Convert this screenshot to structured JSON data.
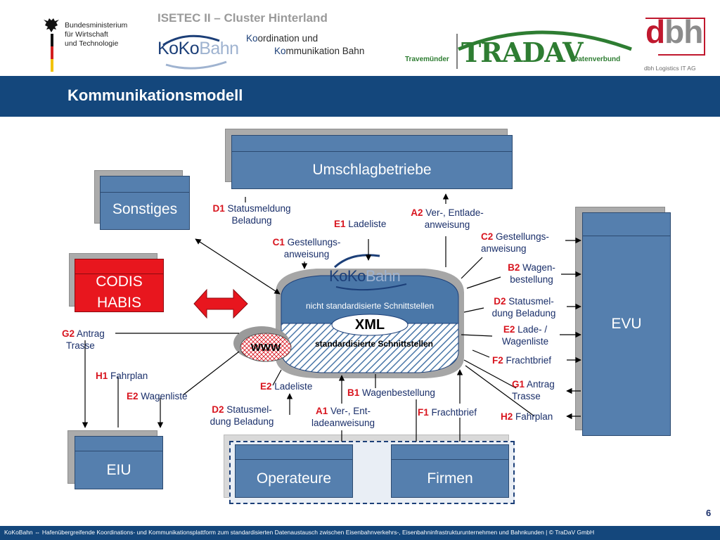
{
  "header": {
    "ministry_lines": [
      "Bundesministerium",
      "für Wirtschaft",
      "und Technologie"
    ],
    "project_title": "ISETEC II – Cluster Hinterland",
    "kokobahn_logo": {
      "ko1": "Ko",
      "ko2": "Ko",
      "bahn": "Bahn"
    },
    "kokobahn_desc_line1": {
      "ko": "Ko",
      "rest": "ordination und"
    },
    "kokobahn_desc_line2": {
      "ko": "Ko",
      "rest": "mmunikation Bahn"
    },
    "travemuender": "Travemünder",
    "tradav": "TRADAV",
    "datenverbund": "Datenverbund",
    "dbh": {
      "d": "d",
      "bh": "bh"
    },
    "dbh_sub": "dbh Logistics IT AG"
  },
  "slide_title": "Kommunikationsmodell",
  "boxes": {
    "umschlagbetriebe": "Umschlagbetriebe",
    "sonstiges": "Sonstiges",
    "codis_line1": "CODIS",
    "codis_line2": "HABIS",
    "eiu": "EIU",
    "evu": "EVU",
    "operateure": "Operateure",
    "firmen": "Firmen"
  },
  "hub": {
    "logo": {
      "ko1": "Ko",
      "ko2": "Ko",
      "bahn": "Bahn"
    },
    "non_standard": "nicht standardisierte Schnittstellen",
    "xml": "XML",
    "standard": "standardisierte Schnittstellen",
    "www": "WWW"
  },
  "labels": {
    "d1": {
      "code": "D1",
      "line1": "Statusmeldung",
      "line2": "Beladung"
    },
    "e1": {
      "code": "E1",
      "text": "Ladeliste"
    },
    "a2": {
      "code": "A2",
      "line1": "Ver-, Entlade-",
      "line2": "anweisung"
    },
    "c1": {
      "code": "C1",
      "line1": "Gestellungs-",
      "line2": "anweisung"
    },
    "c2": {
      "code": "C2",
      "line1": "Gestellungs-",
      "line2": "anweisung"
    },
    "b2": {
      "code": "B2",
      "line1": "Wagen-",
      "line2": "bestellung"
    },
    "d2_right": {
      "code": "D2",
      "line1": "Statusmel-",
      "line2": "dung Beladung"
    },
    "e2_right": {
      "code": "E2",
      "line1": "Lade- /",
      "line2": "Wagenliste"
    },
    "f2": {
      "code": "F2",
      "text": "Frachtbrief"
    },
    "g1": {
      "code": "G1",
      "line1": "Antrag",
      "line2": "Trasse"
    },
    "h2": {
      "code": "H2",
      "text": "Fahrplan"
    },
    "g2": {
      "code": "G2",
      "line1": "Antrag",
      "line2": "Trasse"
    },
    "h1": {
      "code": "H1",
      "text": "Fahrplan"
    },
    "e2_left": {
      "code": "E2",
      "text": "Wagenliste"
    },
    "e2_bottom": {
      "code": "E2",
      "text": "Ladeliste"
    },
    "b1": {
      "code": "B1",
      "text": "Wagenbestellung"
    },
    "d2_bottom": {
      "code": "D2",
      "line1": "Statusmel-",
      "line2": "dung Beladung"
    },
    "a1": {
      "code": "A1",
      "line1": "Ver-, Ent-",
      "line2": "ladeanweisung"
    },
    "f1": {
      "code": "F1",
      "text": "Frachtbrief"
    }
  },
  "page_number": "6",
  "footer": "KoKoBahn ⇔ Hafenübergreifende Koordinations- und Kommunikationsplattform zum standardisierten Datenaustausch zwischen Eisenbahnverkehrs-, Eisenbahninfrastrukturunternehmen und Bahnkunden | © TraDaV GmbH",
  "colors": {
    "title_bar": "#14477c",
    "box": "#557fae",
    "code_red": "#d8141e",
    "label_blue": "#1a2f6a",
    "codis_red": "#e8161e",
    "tradav_green": "#2e7d32",
    "dbh_red": "#c0182e"
  }
}
